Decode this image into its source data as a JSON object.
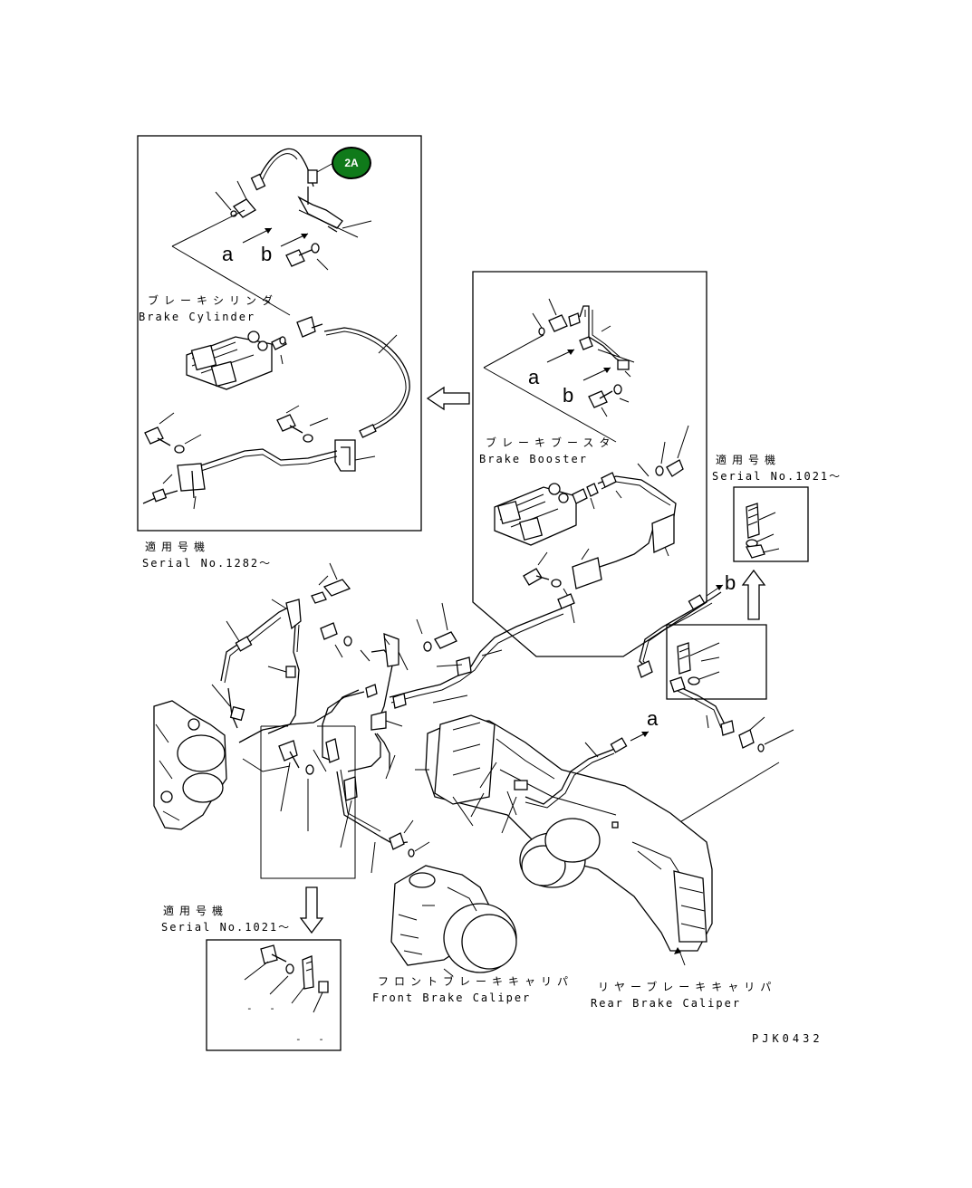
{
  "badge": {
    "label": "2A",
    "color": "#0f7a1a"
  },
  "top_left_panel": {
    "letters": [
      "a",
      "b"
    ],
    "component_jp": "ブレーキシリンダ",
    "component_en": "Brake Cylinder"
  },
  "serial_top_left": {
    "jp": "適用号機",
    "en": "Serial No.1282～"
  },
  "right_panel": {
    "letters": [
      "a",
      "b"
    ],
    "component_jp": "ブレーキブースタ",
    "component_en": "Brake Booster"
  },
  "serial_right": {
    "jp": "適用号機",
    "en": "Serial No.1021～"
  },
  "serial_bottom": {
    "jp": "適用号機",
    "en": "Serial No.1021～"
  },
  "main": {
    "arrow_b": "b",
    "arrow_a": "a",
    "front_caliper_jp": "フロントブレーキキャリパ",
    "front_caliper_en": "Front Brake Caliper",
    "rear_caliper_jp": "リヤーブレーキキャリパ",
    "rear_caliper_en": "Rear Brake Caliper",
    "drawing_code": "PJK0432",
    "dash_marks": [
      "- -",
      "- -"
    ]
  },
  "icons": [
    "transfer-arrow-left-icon",
    "transfer-arrow-up-icon",
    "transfer-arrow-down-icon"
  ]
}
